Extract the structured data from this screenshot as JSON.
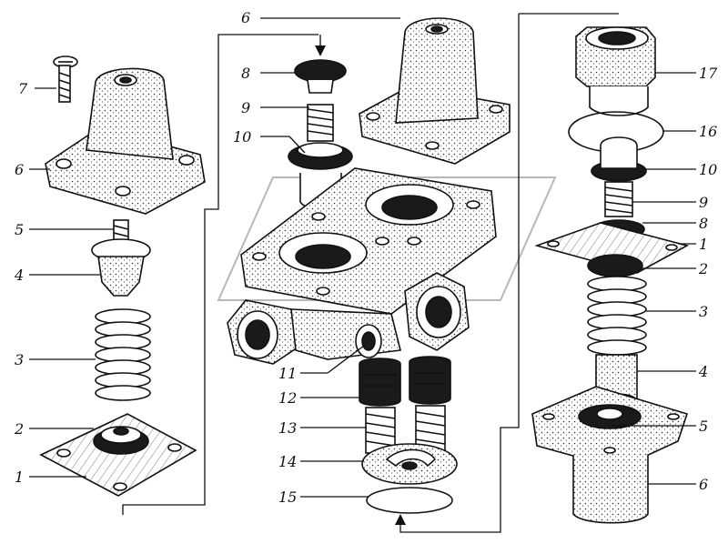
{
  "labels": {
    "left": [
      "7",
      "6",
      "5",
      "4",
      "3",
      "2",
      "1"
    ],
    "center_top": "6",
    "center": [
      "8",
      "9",
      "10",
      "11",
      "12",
      "13",
      "14",
      "15"
    ],
    "right": [
      "17",
      "16",
      "10",
      "9",
      "8",
      "1",
      "2",
      "3",
      "4",
      "5",
      "6"
    ]
  }
}
